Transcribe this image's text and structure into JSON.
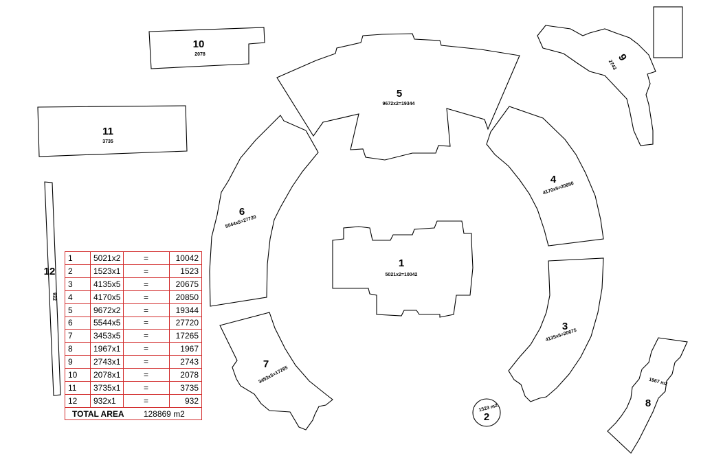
{
  "buildings": {
    "b1": {
      "number": "1",
      "label": "5021x2=10042"
    },
    "b2": {
      "number": "2",
      "label": "1523 m2"
    },
    "b3": {
      "number": "3",
      "label": "4135x5=20675"
    },
    "b4": {
      "number": "4",
      "label": "4170x5=20850"
    },
    "b5": {
      "number": "5",
      "label": "9672x2=19344"
    },
    "b6": {
      "number": "6",
      "label": "5544x5=27720"
    },
    "b7": {
      "number": "7",
      "label": "3453x5=17265"
    },
    "b8": {
      "number": "8",
      "label": "1967 m2"
    },
    "b9": {
      "number": "9",
      "label": "2743"
    },
    "b10": {
      "number": "10",
      "label": "2078"
    },
    "b11": {
      "number": "11",
      "label": "3735"
    },
    "b12": {
      "number": "12",
      "label": "932"
    }
  },
  "area_table": {
    "rows": [
      {
        "idx": "1",
        "calc": "5021x2",
        "eq": "=",
        "value": "10042"
      },
      {
        "idx": "2",
        "calc": "1523x1",
        "eq": "=",
        "value": "1523"
      },
      {
        "idx": "3",
        "calc": "4135x5",
        "eq": "=",
        "value": "20675"
      },
      {
        "idx": "4",
        "calc": "4170x5",
        "eq": "=",
        "value": "20850"
      },
      {
        "idx": "5",
        "calc": "9672x2",
        "eq": "=",
        "value": "19344"
      },
      {
        "idx": "6",
        "calc": "5544x5",
        "eq": "=",
        "value": "27720"
      },
      {
        "idx": "7",
        "calc": "3453x5",
        "eq": "=",
        "value": "17265"
      },
      {
        "idx": "8",
        "calc": "1967x1",
        "eq": "=",
        "value": "1967"
      },
      {
        "idx": "9",
        "calc": "2743x1",
        "eq": "=",
        "value": "2743"
      },
      {
        "idx": "10",
        "calc": "2078x1",
        "eq": "=",
        "value": "2078"
      },
      {
        "idx": "11",
        "calc": "3735x1",
        "eq": "=",
        "value": "3735"
      },
      {
        "idx": "12",
        "calc": "932x1",
        "eq": "=",
        "value": "932"
      }
    ],
    "total_label": "TOTAL AREA",
    "total_value": "128869 m2"
  },
  "colors": {
    "table_border": "#d22b2b",
    "line": "#000000",
    "background": "#ffffff"
  }
}
